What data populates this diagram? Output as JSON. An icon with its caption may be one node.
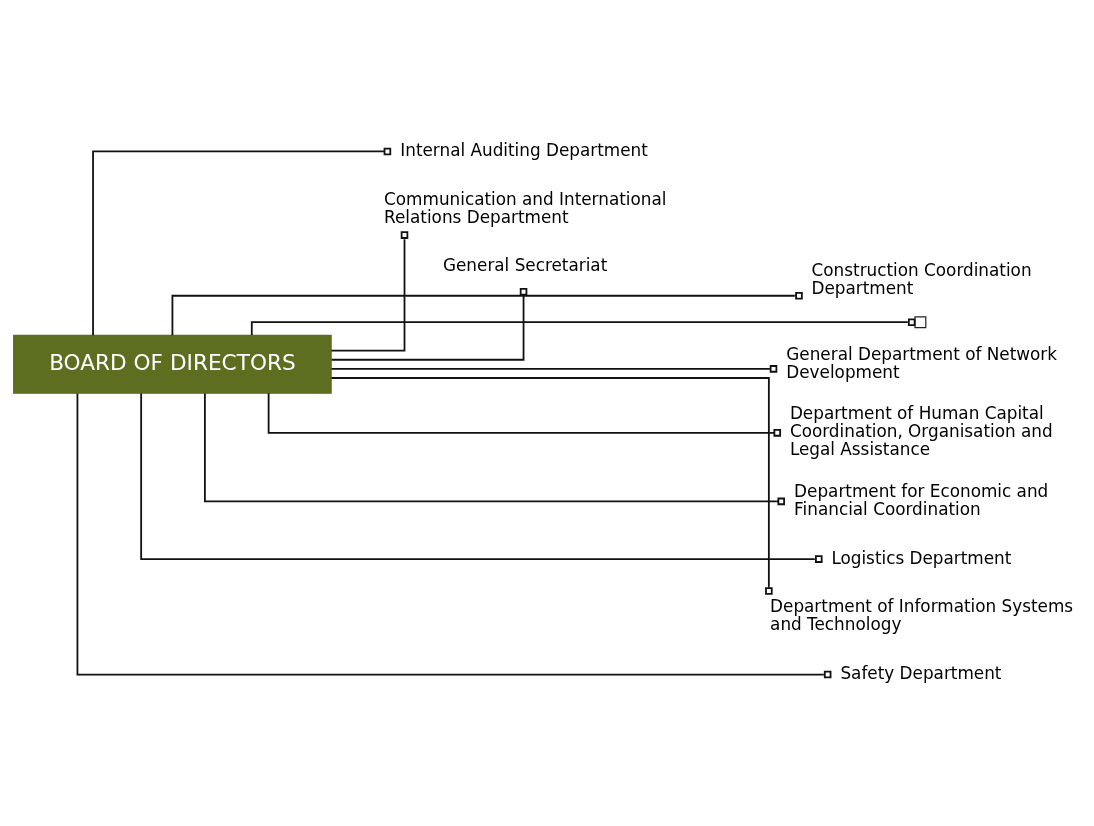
{
  "diagram": {
    "nodes": [
      {
        "text": [
          "BOARD OF DIRECTORS"
        ]
      },
      {
        "text": [
          "Internal Auditing Department"
        ]
      },
      {
        "text": [
          "Communication and International Relations Department"
        ]
      },
      {
        "text": [
          "General Secretariat"
        ]
      },
      {
        "text": [
          "Construction Coordination Department"
        ]
      },
      {
        "text": [],
        "shape": "box"
      },
      {
        "text": [
          "General Department of Network Development"
        ]
      },
      {
        "text": [
          "Department of Human Capital Coordination, Organisation and Legal Assistance"
        ]
      },
      {
        "text": [
          "Department for Economic and Financial Coordination"
        ]
      },
      {
        "text": [
          "Logistics Department"
        ]
      },
      {
        "text": [
          "Department of Information Systems and Technology"
        ]
      },
      {
        "text": [
          "Safety Department"
        ]
      }
    ],
    "edges": [
      {
        "from": 0,
        "to": 1,
        "arrow": "other"
      },
      {
        "from": 0,
        "to": 2,
        "arrow": "other"
      },
      {
        "from": 0,
        "to": 3,
        "arrow": "other"
      },
      {
        "from": 0,
        "to": 4,
        "arrow": "other"
      },
      {
        "from": 0,
        "to": 5,
        "arrow": "other"
      },
      {
        "from": 0,
        "to": 6,
        "arrow": "other"
      },
      {
        "from": 0,
        "to": 7,
        "arrow": "other"
      },
      {
        "from": 0,
        "to": 8,
        "arrow": "other"
      },
      {
        "from": 0,
        "to": 9,
        "arrow": "other"
      },
      {
        "from": 0,
        "to": 10,
        "arrow": "other"
      },
      {
        "from": 0,
        "to": 11,
        "arrow": "other"
      }
    ]
  }
}
